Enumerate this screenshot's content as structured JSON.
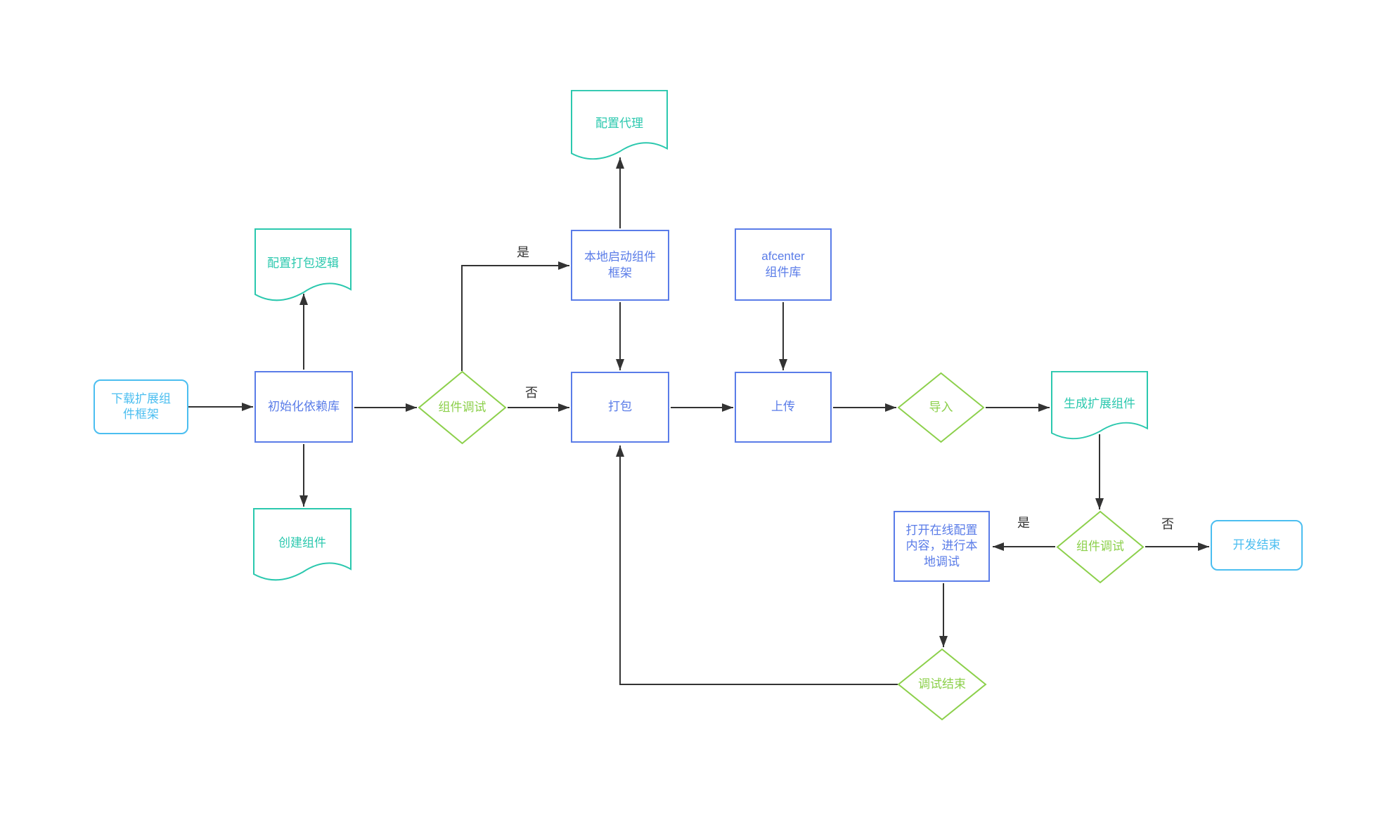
{
  "diagram": {
    "type": "flowchart",
    "background": "#ffffff",
    "colors": {
      "process_border": "#5A7CE8",
      "terminator_border": "#4BBEF0",
      "document_border": "#2BC8AE",
      "decision_border": "#8CD04B",
      "connector": "#333333",
      "edge_label_text": "#333333"
    },
    "nodes": {
      "download_framework": {
        "label": "下载扩展组\n件框架",
        "shape": "terminator"
      },
      "init_deps": {
        "label": "初始化依赖库",
        "shape": "process"
      },
      "config_pack_logic": {
        "label": "配置打包逻辑",
        "shape": "document"
      },
      "create_component": {
        "label": "创建组件",
        "shape": "document"
      },
      "component_debug_1": {
        "label": "组件调试",
        "shape": "decision"
      },
      "local_start_framework": {
        "label": "本地启动组件\n框架",
        "shape": "process"
      },
      "config_proxy": {
        "label": "配置代理",
        "shape": "document"
      },
      "package": {
        "label": "打包",
        "shape": "process"
      },
      "afcenter_lib": {
        "label": "afcenter\n组件库",
        "shape": "process"
      },
      "upload": {
        "label": "上传",
        "shape": "process"
      },
      "import_decision": {
        "label": "导入",
        "shape": "decision"
      },
      "gen_ext_component": {
        "label": "生成扩展组件",
        "shape": "document"
      },
      "open_online_config": {
        "label": "打开在线配置\n内容，进行本\n地调试",
        "shape": "process"
      },
      "component_debug_2": {
        "label": "组件调试",
        "shape": "decision"
      },
      "dev_end": {
        "label": "开发结束",
        "shape": "terminator"
      },
      "debug_end": {
        "label": "调试结束",
        "shape": "decision"
      }
    },
    "edge_labels": {
      "debug1_yes": "是",
      "debug1_no": "否",
      "debug2_yes": "是",
      "debug2_no": "否"
    }
  }
}
